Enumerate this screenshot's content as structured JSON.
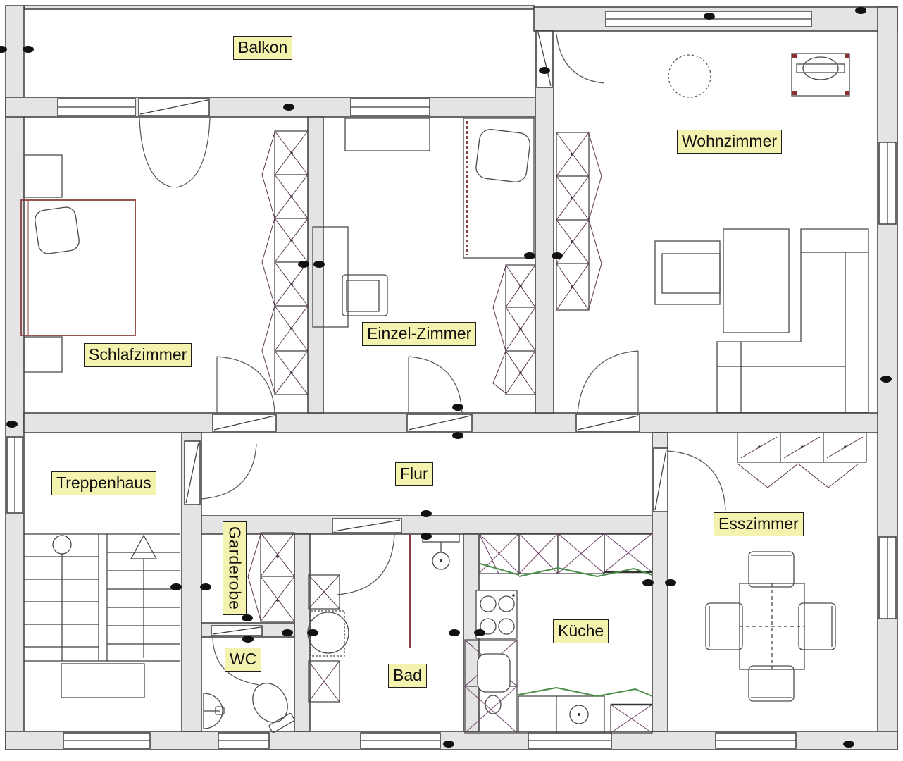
{
  "rooms": {
    "balkon": {
      "label": "Balkon"
    },
    "wohnzimmer": {
      "label": "Wohnzimmer"
    },
    "schlafzimmer": {
      "label": "Schlafzimmer"
    },
    "einzelzimmer": {
      "label": "Einzel-Zimmer"
    },
    "treppenhaus": {
      "label": "Treppenhaus"
    },
    "flur": {
      "label": "Flur"
    },
    "garderobe": {
      "label": "Garderobe"
    },
    "wc": {
      "label": "WC"
    },
    "bad": {
      "label": "Bad"
    },
    "kueche": {
      "label": "Küche"
    },
    "esszimmer": {
      "label": "Esszimmer"
    }
  },
  "colors": {
    "background": "#ffffff",
    "wall_fill": "#e4e4e4",
    "wall_stroke": "#3c3c3c",
    "label_background": "#f3f3af",
    "label_border": "#1f1f1f",
    "label_text": "#111111",
    "furniture_stroke": "#4a4a4a",
    "bed_accent": "#8b4040",
    "kitchen_green": "#4a8f4a",
    "cabinet_purple": "#6f3f6a",
    "junction_marker": "#111111"
  }
}
